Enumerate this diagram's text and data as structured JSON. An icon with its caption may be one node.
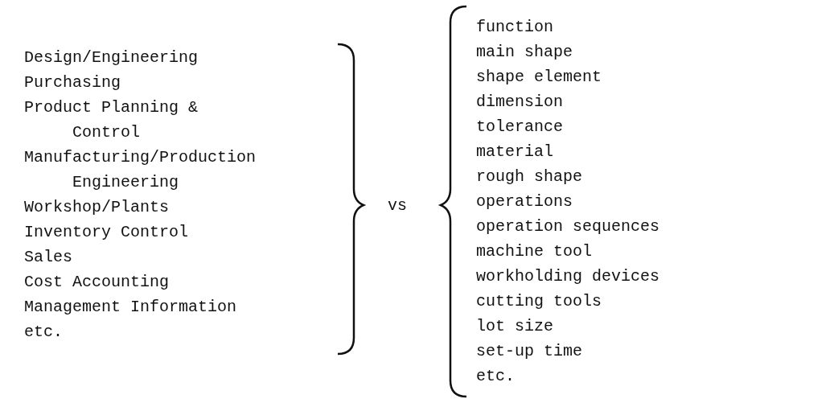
{
  "diagram": {
    "labels": [
      "Design/Engineering",
      "Purchasing",
      "Product Planning & Control",
      "Manufacturing/Production Engineering",
      "Workshop/Plants",
      "Inventory Control",
      "Sales",
      "Cost Accounting",
      "Management Information",
      "etc.",
      "vs",
      "function",
      "main shape",
      "shape element",
      "dimension",
      "tolerance",
      "material",
      "rough shape",
      "operations",
      "operation sequences",
      "machine tool",
      "workholding devices",
      "cutting tools",
      "lot size",
      "set-up time",
      "etc."
    ]
  }
}
